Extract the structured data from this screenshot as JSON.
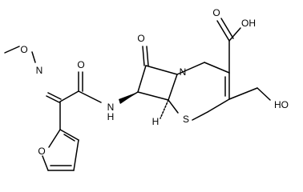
{
  "molecule": {
    "atoms": {
      "o_methoxy": "O",
      "n_oxime": "N",
      "o_amide": "O",
      "nh_n": "N",
      "nh_h": "H",
      "o_lactam": "O",
      "n_ring": "N",
      "s_ring": "S",
      "h_stereo": "H",
      "o_furan": "O",
      "o_carboxyl": "O",
      "oh_carboxyl": "OH",
      "oh_hydroxymethyl": "HO"
    }
  }
}
